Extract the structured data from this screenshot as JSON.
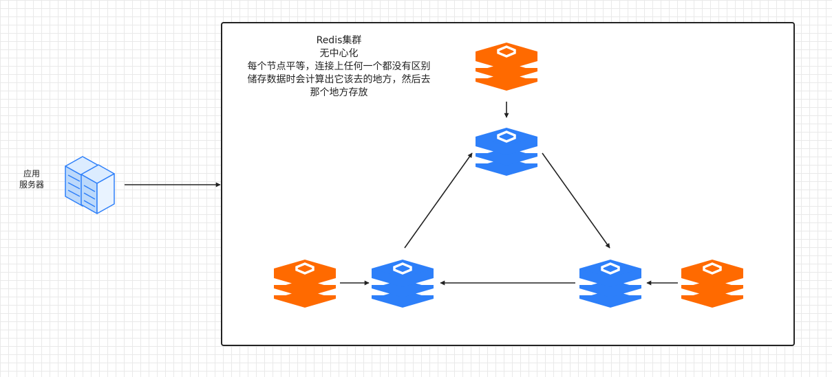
{
  "app_server": {
    "label_line1": "应用",
    "label_line2": "服务器",
    "icon": "server-rack-icon"
  },
  "cluster": {
    "title": "Redis集群",
    "subtitle": "无中心化",
    "description_lines": [
      "每个节点平等，连接上任何一个都没有区别",
      "储存数据时会计算出它该去的地方，然后去",
      "那个地方存放"
    ]
  },
  "nodes": {
    "master_icon": "redis-icon",
    "replica_icon": "redis-icon",
    "master_color": "#2D7FF9",
    "replica_color": "#FF6A00"
  }
}
